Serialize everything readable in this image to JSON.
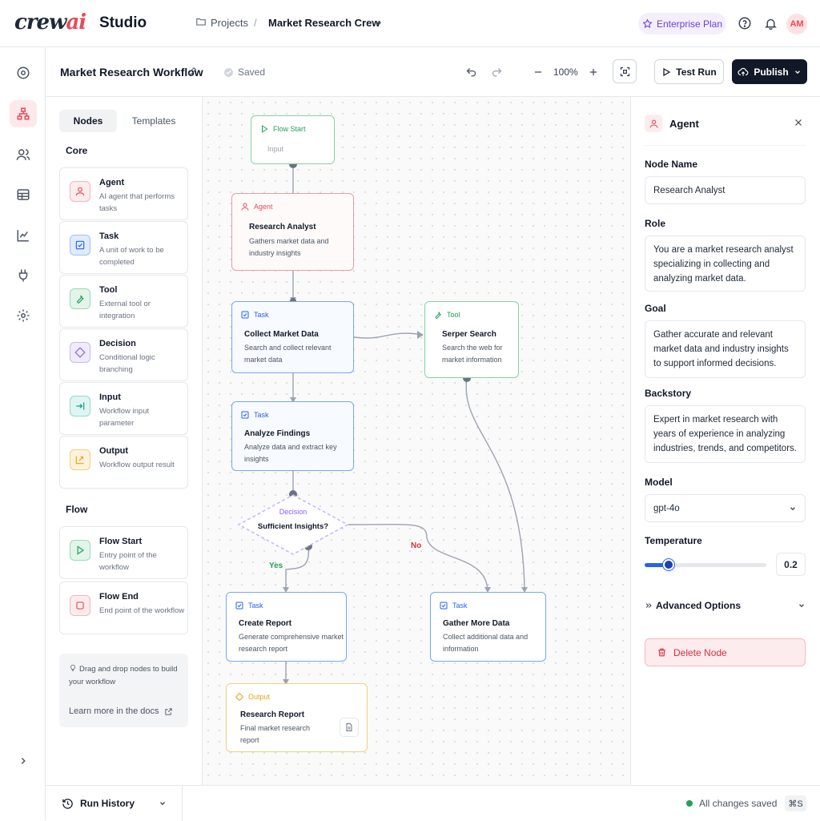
{
  "header": {
    "logo_text_1": "crew",
    "logo_text_2": "ai",
    "app_name": "Studio",
    "breadcrumb_projects": "Projects",
    "breadcrumb_separator": "/",
    "breadcrumb_current": "Market Research Crew",
    "plan": "Enterprise Plan",
    "avatar_initials": "AM"
  },
  "toolbar": {
    "workflow_title": "Market Research Workflow",
    "saved_label": "Saved",
    "zoom": "100%",
    "test_run_label": "Test Run",
    "publish_label": "Publish"
  },
  "palette": {
    "tabs": [
      "Nodes",
      "Templates"
    ],
    "core_title": "Core",
    "flow_title": "Flow",
    "core_nodes": [
      {
        "name": "Agent",
        "desc": "AI agent that performs tasks",
        "icon": "user-icon",
        "color": "#e84b57"
      },
      {
        "name": "Task",
        "desc": "A unit of work to be completed",
        "icon": "task-check-icon",
        "color": "#2563eb"
      },
      {
        "name": "Tool",
        "desc": "External tool or integration",
        "icon": "wrench-icon",
        "color": "#22a05b"
      },
      {
        "name": "Decision",
        "desc": "Conditional logic branching",
        "icon": "diamond-icon",
        "color": "#8b5cf6"
      },
      {
        "name": "Input",
        "desc": "Workflow input parameter",
        "icon": "input-arrow-icon",
        "color": "#0f9d8a"
      },
      {
        "name": "Output",
        "desc": "Workflow output result",
        "icon": "output-icon",
        "color": "#e8a317"
      }
    ],
    "flow_nodes": [
      {
        "name": "Flow Start",
        "desc": "Entry point of the workflow",
        "icon": "play-icon",
        "color": "#22a05b"
      },
      {
        "name": "Flow End",
        "desc": "End point of the workflow",
        "icon": "stop-icon",
        "color": "#e84b57"
      }
    ],
    "hint_text": "Drag and drop nodes to build your workflow",
    "docs_link": "Learn more in the docs"
  },
  "canvas": {
    "flow_start": {
      "type": "Flow Start",
      "label": "Input"
    },
    "agent": {
      "type": "Agent",
      "name": "Research Analyst",
      "desc": "Gathers market data and industry insights"
    },
    "collect": {
      "type": "Task",
      "name": "Collect Market Data",
      "desc": "Search and collect relevant market data"
    },
    "tool": {
      "type": "Tool",
      "name": "Serper Search",
      "desc": "Search the web for market information"
    },
    "analyze": {
      "type": "Task",
      "name": "Analyze Findings",
      "desc": "Analyze data and extract key insights"
    },
    "decision": {
      "type": "Decision",
      "name": "Sufficient Insights?"
    },
    "yes_label": "Yes",
    "no_label": "No",
    "report_task": {
      "type": "Task",
      "name": "Create Report",
      "desc": "Generate comprehensive market research report"
    },
    "gather": {
      "type": "Task",
      "name": "Gather More Data",
      "desc": "Collect additional data and information"
    },
    "output": {
      "type": "Output",
      "name": "Research Report",
      "desc": "Final market research report"
    }
  },
  "properties": {
    "panel_title": "Agent",
    "node_name_label": "Node Name",
    "node_name_value": "Research Analyst",
    "role_label": "Role",
    "role_value": "You are a market research analyst specializing in collecting and analyzing market data.",
    "goal_label": "Goal",
    "goal_value": "Gather accurate and relevant market data and industry insights to support informed decisions.",
    "backstory_label": "Backstory",
    "backstory_value": "Expert in market research with years of experience in analyzing industries, trends, and competitors.",
    "model_label": "Model",
    "model_value": "gpt-4o",
    "temperature_label": "Temperature",
    "temperature_value": "0.2",
    "temperature_fraction": 0.2,
    "advanced_label": "Advanced Options",
    "delete_label": "Delete Node"
  },
  "footer": {
    "run_history_label": "Run History",
    "status_text": "All changes saved",
    "shortcut": "⌘S"
  },
  "colors": {
    "accent": "#e84b57",
    "task": "#2563eb",
    "tool": "#22a05b",
    "decision": "#8b5cf6",
    "output": "#e8a317",
    "primary_button": "#111827"
  }
}
